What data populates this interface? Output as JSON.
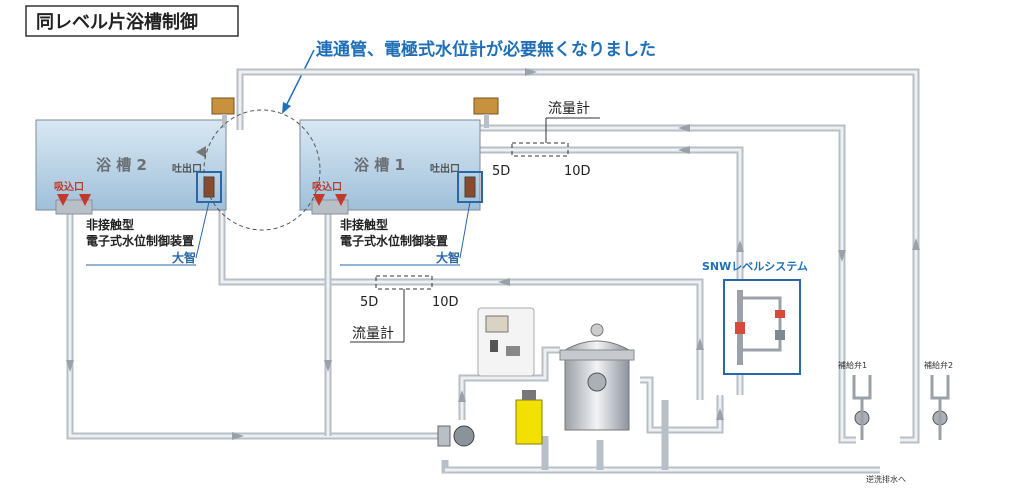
{
  "title": "同レベル片浴槽制御",
  "headline": "連通管、電極式水位計が必要無くなりました",
  "tank2": {
    "name": "浴 槽 2",
    "outlet": "吐出口",
    "inlet": "吸込口"
  },
  "tank1": {
    "name": "浴 槽 1",
    "outlet": "吐出口",
    "inlet": "吸込口"
  },
  "controller_caption_line1": "非接触型",
  "controller_caption_line2": "電子式水位制御装置",
  "brand": "大智",
  "flowmeter_upper": {
    "label": "流量計",
    "d5": "5D",
    "d10": "10D"
  },
  "flowmeter_lower": {
    "label": "流量計",
    "d5": "5D",
    "d10": "10D"
  },
  "snw_label": "SNWレベルシステム",
  "valve1": "補給弁1",
  "valve2": "補給弁2",
  "drain_label": "逆洗排水へ",
  "colors": {
    "title_blue": "#1f6fb7",
    "box_blue": "#2a67a8",
    "tank_fill": "#cfe2f0"
  }
}
